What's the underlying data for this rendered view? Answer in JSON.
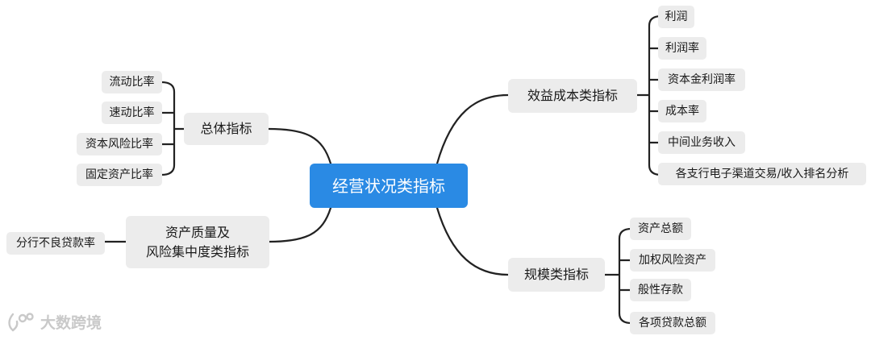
{
  "root": {
    "label": "经营状况类指标"
  },
  "branches": {
    "overall": {
      "label": "总体指标",
      "children": [
        "流动比率",
        "速动比率",
        "资本风险比率",
        "固定资产比率"
      ]
    },
    "asset_quality": {
      "label": "资产质量及\n风险集中度类指标",
      "children": [
        "分行不良贷款率"
      ]
    },
    "efficiency_cost": {
      "label": "效益成本类指标",
      "children": [
        "利润",
        "利润率",
        "资本金利润率",
        "成本率",
        "中间业务收入",
        "各支行电子渠道交易/收入排名分析"
      ]
    },
    "scale": {
      "label": "规模类指标",
      "children": [
        "资产总额",
        "加权风险资产",
        "般性存款",
        "各项贷款总额"
      ]
    }
  },
  "watermark": {
    "text": "大数跨境",
    "icon": "logo-icon"
  },
  "colors": {
    "root_fill": "#2a8ae4",
    "node_fill": "#ececec",
    "line": "#222222",
    "watermark": "#c9c9c9"
  }
}
